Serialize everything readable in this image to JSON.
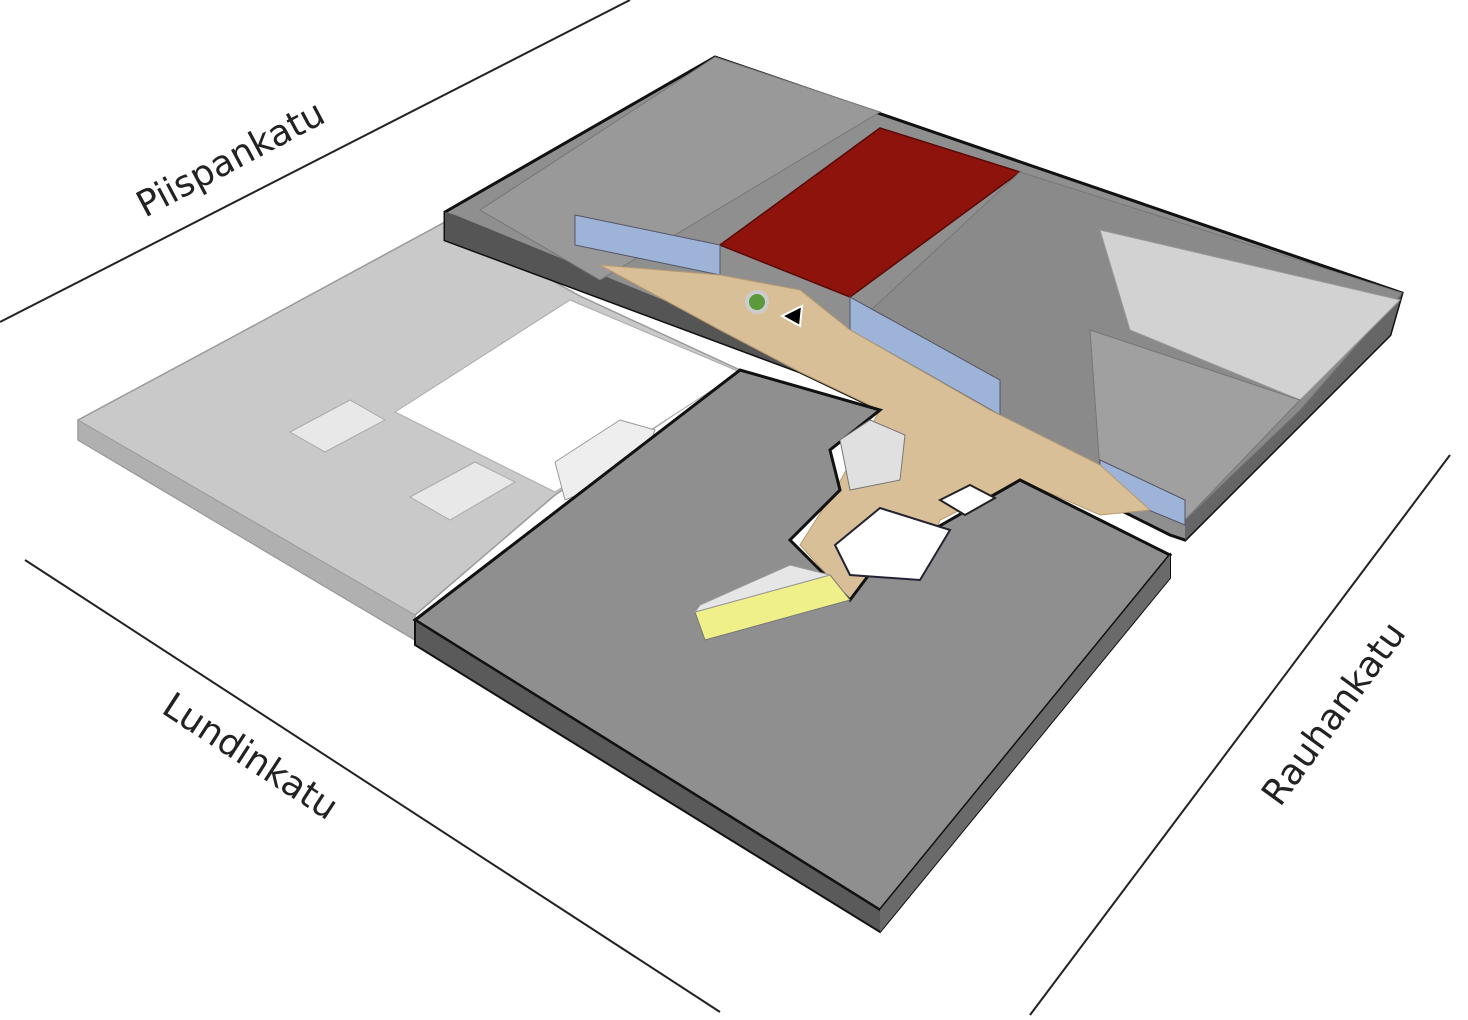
{
  "map": {
    "streets": {
      "north": "Piispankatu",
      "west": "Lundinkatu",
      "east": "Rauhankatu"
    },
    "colors": {
      "highlight_room": "#8e130c",
      "corridor": "#d8bf97",
      "glass_wall": "#9db3d8",
      "stairs": "#f0f08a",
      "room_floor": "#8f8f8f",
      "other_building": "#c8c8c8",
      "wall_side": "#5a5a5a"
    },
    "marker": {
      "icon": "you-are-here-arrow-icon"
    }
  }
}
